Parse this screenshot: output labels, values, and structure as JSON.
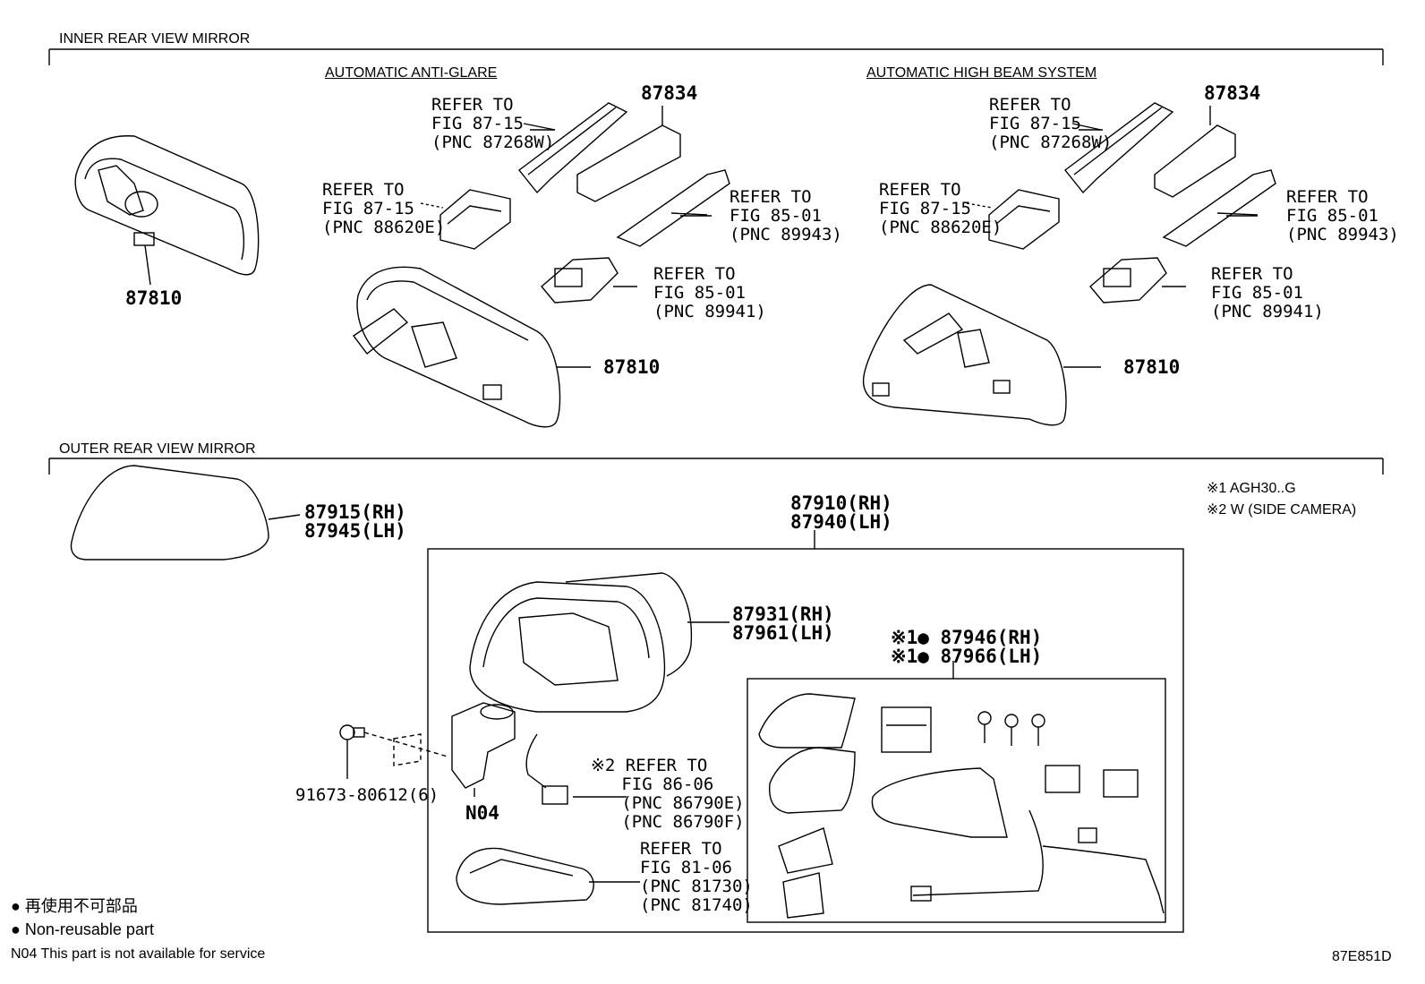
{
  "sections": {
    "inner": "INNER REAR VIEW MIRROR",
    "outer": "OUTER REAR VIEW MIRROR"
  },
  "subsections": {
    "anti_glare": "AUTOMATIC ANTI-GLARE",
    "high_beam": "AUTOMATIC HIGH BEAM SYSTEM"
  },
  "inner_parts": {
    "mirror_basic": "87810",
    "ag_cover": "87834",
    "ag_ref1": "REFER TO\nFIG 87-15\n(PNC 87268W)",
    "ag_ref2": "REFER TO\nFIG 87-15\n(PNC 88620E)",
    "ag_ref3": "REFER TO\nFIG 85-01\n(PNC 89943)",
    "ag_ref4": "REFER TO\nFIG 85-01\n(PNC 89941)",
    "ag_mirror": "87810",
    "hb_cover": "87834",
    "hb_ref1": "REFER TO\nFIG 87-15\n(PNC 87268W)",
    "hb_ref2": "REFER TO\nFIG 87-15\n(PNC 88620E)",
    "hb_ref3": "REFER TO\nFIG 85-01\n(PNC 89943)",
    "hb_ref4": "REFER TO\nFIG 85-01\n(PNC 89941)",
    "hb_mirror": "87810"
  },
  "outer_parts": {
    "cover": "87915(RH)\n87945(LH)",
    "assy": "87910(RH)\n87940(LH)",
    "housing": "87931(RH)\n87961(LH)",
    "sub_assy": "※1● 87946(RH)\n※1● 87966(LH)",
    "camera_ref": "※2 REFER TO\n   FIG 86-06\n   (PNC 86790E)\n   (PNC 86790F)",
    "lamp_ref": "REFER TO\nFIG 81-06\n(PNC 81730)\n(PNC 81740)",
    "screw": "91673-80612(6)",
    "n04": "N04"
  },
  "notes": {
    "n1": "※1 AGH30..G",
    "n2": "※2 W (SIDE CAMERA)"
  },
  "legend": {
    "l1": "● 再使用不可部品",
    "l2": "● Non-reusable part",
    "l3": "N04 This part is not available for service"
  },
  "figure_code": "87E851D"
}
